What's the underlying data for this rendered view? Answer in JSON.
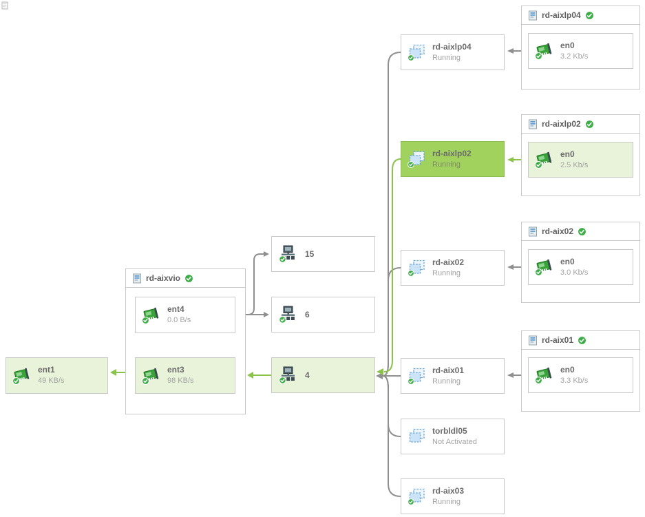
{
  "colors": {
    "accent": "#8bc34a",
    "line": "#8f8f8f",
    "border": "#c9c9c9",
    "tile_green": "#e9f3da",
    "node_green": "#a2d25e"
  },
  "left_adapter": {
    "name": "ent1",
    "rate": "49 KB/s"
  },
  "vio": {
    "title": "rd-aixvio",
    "ent4": {
      "name": "ent4",
      "rate": "0.0 B/s"
    },
    "ent3": {
      "name": "ent3",
      "rate": "98 KB/s"
    }
  },
  "switches": {
    "s15": "15",
    "s6": "6",
    "s4": "4"
  },
  "lpars": [
    {
      "name": "rd-aixlp04",
      "status": "Running"
    },
    {
      "name": "rd-aixlp02",
      "status": "Running"
    },
    {
      "name": "rd-aix02",
      "status": "Running"
    },
    {
      "name": "rd-aix01",
      "status": "Running"
    },
    {
      "name": "torbldl05",
      "status": "Not Activated"
    },
    {
      "name": "rd-aix03",
      "status": "Running"
    }
  ],
  "hosts": [
    {
      "title": "rd-aixlp04",
      "adapter": "en0",
      "rate": "3.2 Kb/s"
    },
    {
      "title": "rd-aixlp02",
      "adapter": "en0",
      "rate": "2.5 Kb/s"
    },
    {
      "title": "rd-aix02",
      "adapter": "en0",
      "rate": "3.0 Kb/s"
    },
    {
      "title": "rd-aix01",
      "adapter": "en0",
      "rate": "3.3 Kb/s"
    }
  ]
}
